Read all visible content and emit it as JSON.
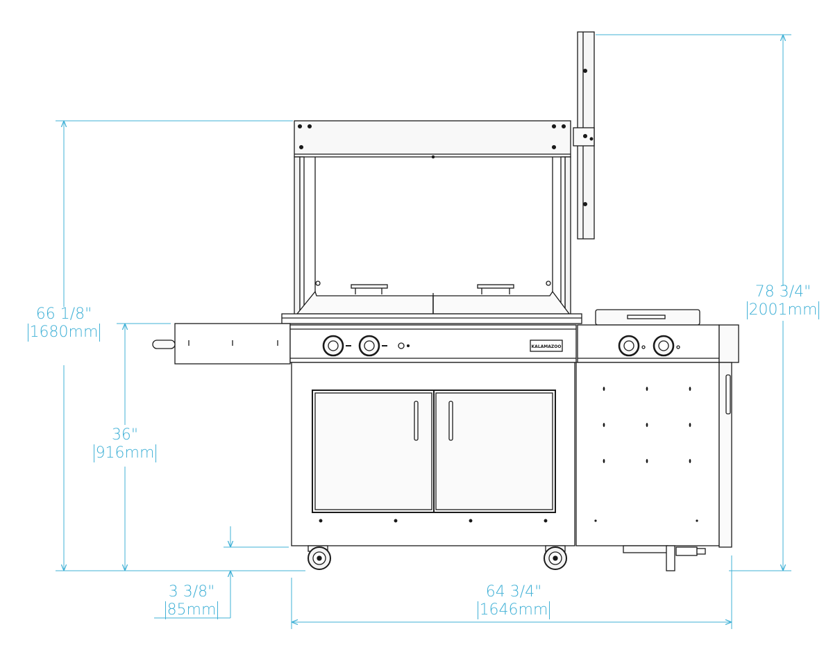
{
  "colors": {
    "dimension": "#3fb0d6",
    "line": "#1a1a1a",
    "steel": "#f4f4f4"
  },
  "dimensions": {
    "overall_height": {
      "imperial": "78 3/4\"",
      "metric": "2001mm"
    },
    "hood_height": {
      "imperial": "66 1/8\"",
      "metric": "1680mm"
    },
    "counter_height": {
      "imperial": "36\"",
      "metric": "916mm"
    },
    "ground_clearance": {
      "imperial": "3 3/8\"",
      "metric": "85mm"
    },
    "overall_width": {
      "imperial": "64 3/4\"",
      "metric": "1646mm"
    }
  },
  "badge": {
    "brand": "KALAMAZOO"
  }
}
